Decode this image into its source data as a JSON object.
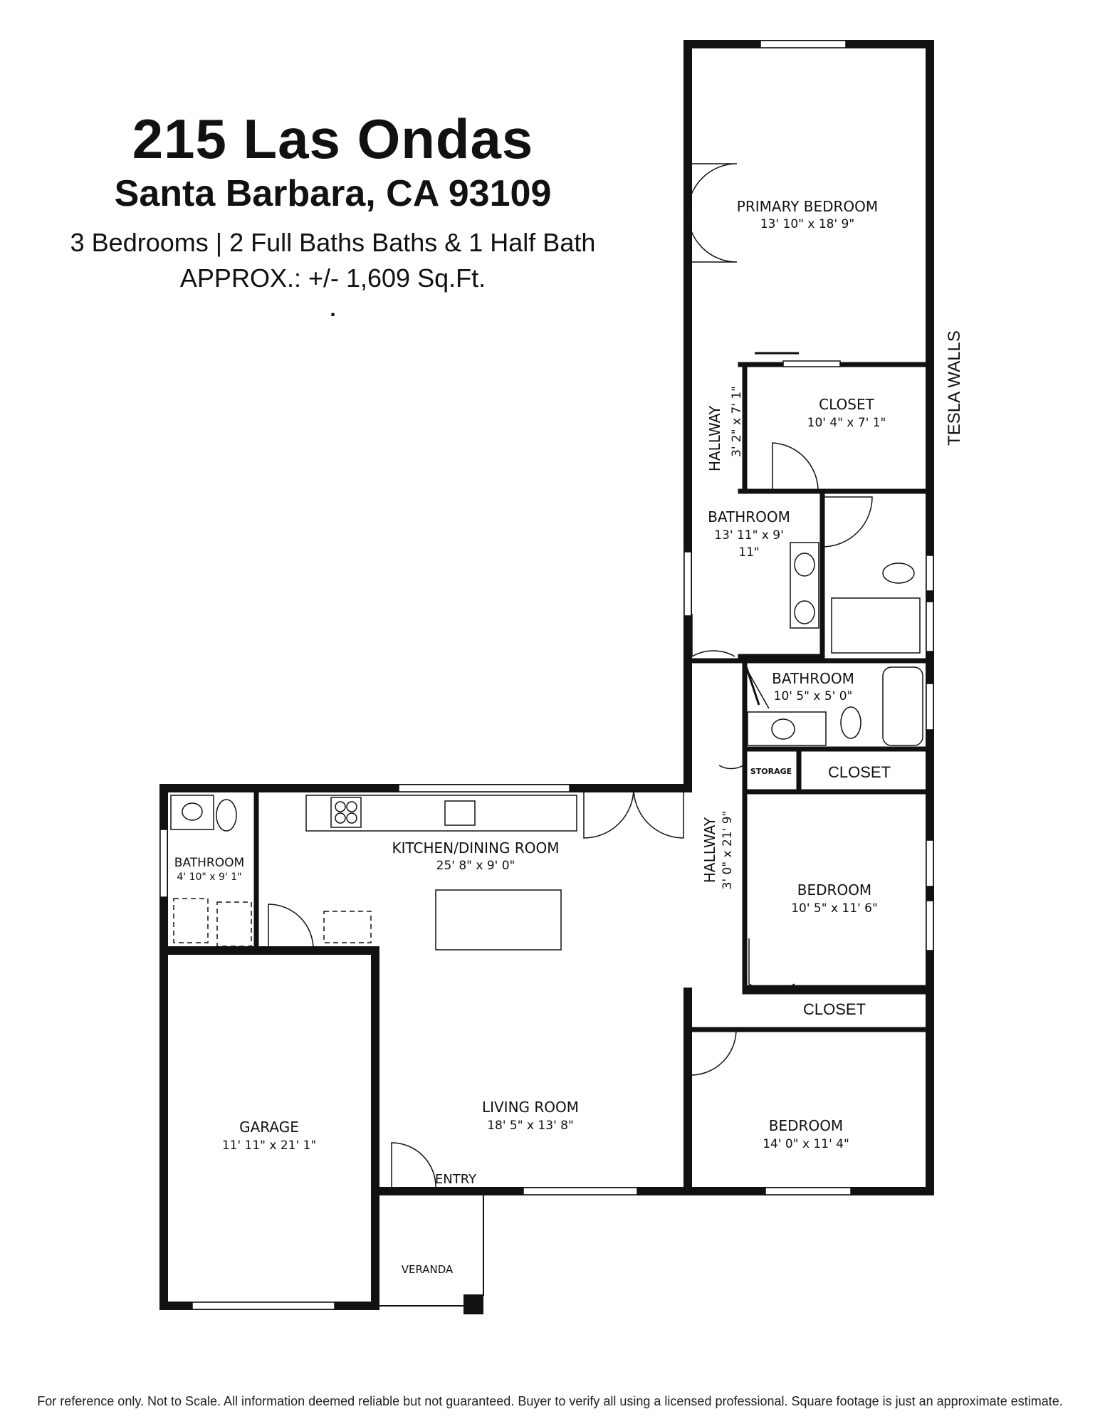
{
  "header": {
    "title": "215 Las Ondas",
    "subtitle": "Santa Barbara, CA 93109",
    "line1": "3 Bedrooms | 2 Full Baths Baths & 1 Half Bath",
    "line2": "APPROX.: +/- 1,609 Sq.Ft.",
    "dot": "."
  },
  "rooms": {
    "primary_bedroom": {
      "name": "PRIMARY BEDROOM",
      "dims": "13' 10\" x 18' 9\""
    },
    "closet_top": {
      "name": "CLOSET",
      "dims": "10' 4\" x 7' 1\""
    },
    "hallway_top": {
      "name": "HALLWAY",
      "dims": "3' 2\" x 7' 1\""
    },
    "bathroom_large": {
      "name": "BATHROOM",
      "dims_line1": "13' 11\" x 9'",
      "dims_line2": "11\""
    },
    "bathroom_small": {
      "name": "BATHROOM",
      "dims": "10' 5\" x 5' 0\""
    },
    "storage": {
      "name": "STORAGE"
    },
    "closet_mid": {
      "name": "CLOSET"
    },
    "kitchen": {
      "name": "KITCHEN/DINING ROOM",
      "dims": "25' 8\" x 9' 0\""
    },
    "hallway_mid": {
      "name": "HALLWAY",
      "dims": "3' 0\" x 21' 9\""
    },
    "bedroom_mid": {
      "name": "BEDROOM",
      "dims": "10' 5\" x 11' 6\""
    },
    "closet_low": {
      "name": "CLOSET"
    },
    "half_bath": {
      "name": "BATHROOM",
      "dims": "4' 10\" x 9' 1\""
    },
    "garage": {
      "name": "GARAGE",
      "dims": "11' 11\" x 21' 1\""
    },
    "living_room": {
      "name": "LIVING ROOM",
      "dims": "18' 5\" x 13' 8\""
    },
    "bedroom_low": {
      "name": "BEDROOM",
      "dims": "14' 0\" x 11' 4\""
    },
    "entry": {
      "name": "ENTRY"
    },
    "veranda": {
      "name": "VERANDA"
    }
  },
  "side_label": "TESLA WALLS",
  "footer": "For reference only. Not to Scale.  All information deemed reliable but not guaranteed.  Buyer to verify all using a licensed professional. Square footage is just an approximate estimate."
}
